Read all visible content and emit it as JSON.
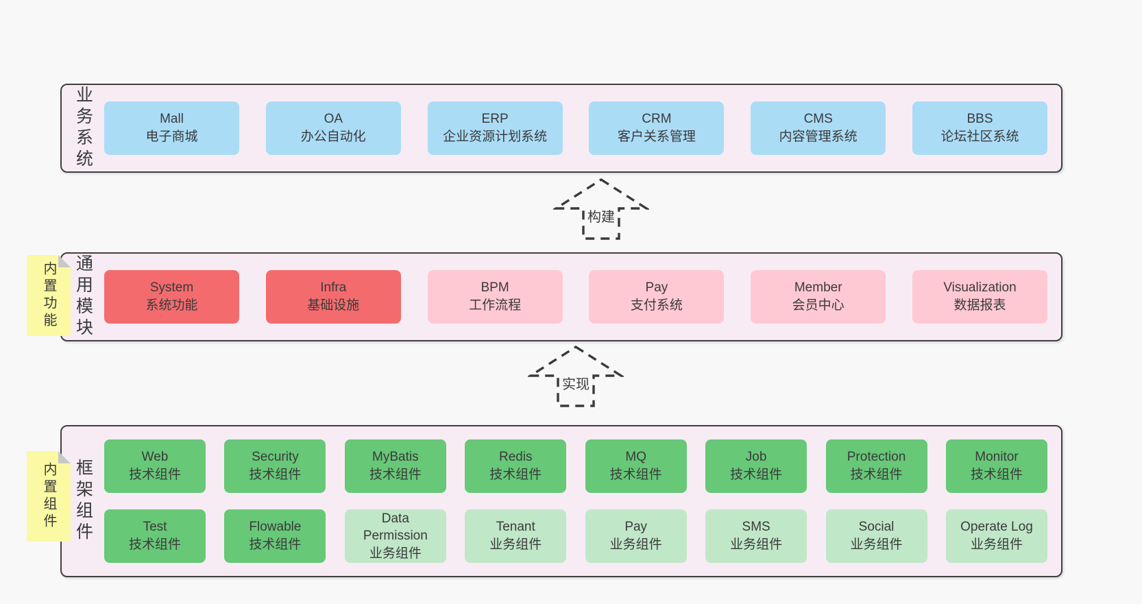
{
  "colors": {
    "page_bg": "#f8f8f8",
    "layer_bg": "#f7ecf4",
    "layer_border": "#3f3f3f",
    "blue_box": "#abdcf6",
    "red_box": "#f46b6e",
    "pink_box": "#ffc9d3",
    "green_box": "#67c878",
    "light_green_box": "#c0e7c8",
    "note_yellow": "#fbf9a3",
    "note_fold_gray": "#c8c8c8",
    "text": "#3a3a3a"
  },
  "arrows": [
    {
      "label": "构建"
    },
    {
      "label": "实现"
    }
  ],
  "layers": {
    "business": {
      "label": "业务系统",
      "boxes": [
        {
          "en": "Mall",
          "zh": "电子商城"
        },
        {
          "en": "OA",
          "zh": "办公自动化"
        },
        {
          "en": "ERP",
          "zh": "企业资源计划系统"
        },
        {
          "en": "CRM",
          "zh": "客户关系管理"
        },
        {
          "en": "CMS",
          "zh": "内容管理系统"
        },
        {
          "en": "BBS",
          "zh": "论坛社区系统"
        }
      ]
    },
    "modules": {
      "label": "通用模块",
      "note": "内置功能",
      "boxes": [
        {
          "en": "System",
          "zh": "系统功能"
        },
        {
          "en": "Infra",
          "zh": "基础设施"
        },
        {
          "en": "BPM",
          "zh": "工作流程"
        },
        {
          "en": "Pay",
          "zh": "支付系统"
        },
        {
          "en": "Member",
          "zh": "会员中心"
        },
        {
          "en": "Visualization",
          "zh": "数据报表"
        }
      ]
    },
    "components": {
      "label": "框架组件",
      "note": "内置组件",
      "row1": [
        {
          "en": "Web",
          "zh": "技术组件"
        },
        {
          "en": "Security",
          "zh": "技术组件"
        },
        {
          "en": "MyBatis",
          "zh": "技术组件"
        },
        {
          "en": "Redis",
          "zh": "技术组件"
        },
        {
          "en": "MQ",
          "zh": "技术组件"
        },
        {
          "en": "Job",
          "zh": "技术组件"
        },
        {
          "en": "Protection",
          "zh": "技术组件"
        },
        {
          "en": "Monitor",
          "zh": "技术组件"
        }
      ],
      "row2": [
        {
          "en": "Test",
          "zh": "技术组件"
        },
        {
          "en": "Flowable",
          "zh": "技术组件"
        },
        {
          "en": "Data Permission",
          "zh": "业务组件"
        },
        {
          "en": "Tenant",
          "zh": "业务组件"
        },
        {
          "en": "Pay",
          "zh": "业务组件"
        },
        {
          "en": "SMS",
          "zh": "业务组件"
        },
        {
          "en": "Social",
          "zh": "业务组件"
        },
        {
          "en": "Operate Log",
          "zh": "业务组件"
        }
      ]
    }
  }
}
